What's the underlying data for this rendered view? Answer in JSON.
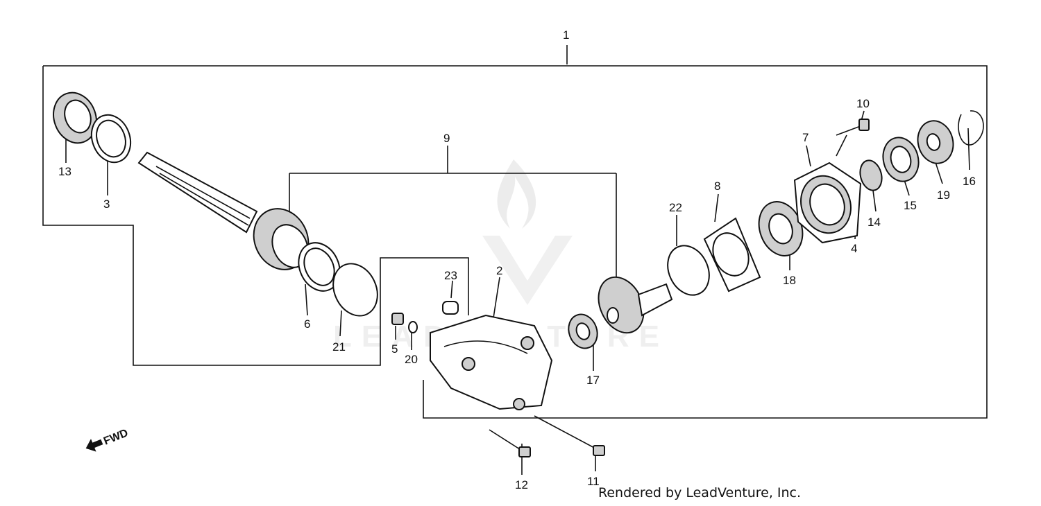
{
  "diagram": {
    "callouts": [
      {
        "id": "1",
        "text": "1"
      },
      {
        "id": "2",
        "text": "2"
      },
      {
        "id": "3",
        "text": "3"
      },
      {
        "id": "4",
        "text": "4"
      },
      {
        "id": "5",
        "text": "5"
      },
      {
        "id": "6",
        "text": "6"
      },
      {
        "id": "7",
        "text": "7"
      },
      {
        "id": "8",
        "text": "8"
      },
      {
        "id": "9",
        "text": "9"
      },
      {
        "id": "10",
        "text": "10"
      },
      {
        "id": "11",
        "text": "11"
      },
      {
        "id": "12",
        "text": "12"
      },
      {
        "id": "13",
        "text": "13"
      },
      {
        "id": "14",
        "text": "14"
      },
      {
        "id": "15",
        "text": "15"
      },
      {
        "id": "16",
        "text": "16"
      },
      {
        "id": "17",
        "text": "17"
      },
      {
        "id": "18",
        "text": "18"
      },
      {
        "id": "19",
        "text": "19"
      },
      {
        "id": "20",
        "text": "20"
      },
      {
        "id": "21",
        "text": "21"
      },
      {
        "id": "22",
        "text": "22"
      },
      {
        "id": "23",
        "text": "23"
      }
    ],
    "direction_label": "FWD",
    "watermark_text": "LEADVENTURE",
    "credit": "Rendered by LeadVenture, Inc."
  }
}
